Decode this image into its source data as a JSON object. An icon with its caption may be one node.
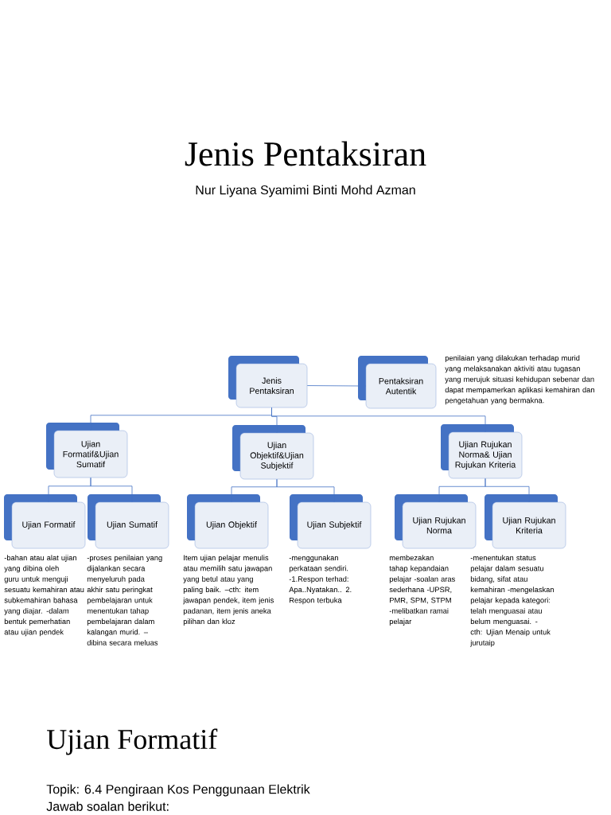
{
  "diagram": {
    "title": "Jenis Pentaksiran",
    "nodes": [
      {
        "text": [
          "Jenis Pentaksiran"
        ]
      },
      {
        "text": [
          "Pentaksiran Autentik"
        ],
        "beside": [
          "penilaian yang dilakukan terhadap murid yang melaksanakan aktiviti atau tugasan yang merujuk situasi kehidupan sebenar dan dapat mempamerkan aplikasi kemahiran dan pengetahuan yang bermakna."
        ]
      },
      {
        "text": [
          "Ujian Formatif&Ujian Sumatif"
        ]
      },
      {
        "text": [
          "Ujian Objektif&Ujian Subjektif"
        ]
      },
      {
        "text": [
          "Ujian Rujukan Norma& Ujian Rujukan Kriteria"
        ]
      },
      {
        "text": [
          "Ujian Formatif"
        ],
        "beside": [
          "-bahan atau alat ujian yang dibina oleh guru untuk menguji sesuatu kemahiran atau subkemahiran bahasa yang diajar. -dalam bentuk pemerhatian atau ujian pendek"
        ]
      },
      {
        "text": [
          "Ujian Sumatif"
        ],
        "beside": [
          "-proses penilaian yang dijalankan secara menyeluruh pada akhir satu peringkat pembelajaran untuk menentukan tahap pembelajaran dalam kalangan murid. –dibina secara meluas"
        ]
      },
      {
        "text": [
          "Ujian Objektif"
        ],
        "beside": [
          "Item ujian pelajar menulis atau memilih satu jawapan yang betul atau yang paling baik. –cth: item jawapan pendek, item jenis padanan, item jenis aneka pilihan dan kloz"
        ]
      },
      {
        "text": [
          "Ujian Subjektif"
        ],
        "beside": [
          "-menggunakan perkataan sendiri. -1.Respon terhad: Apa..Nyatakan.. 2. Respon terbuka"
        ]
      },
      {
        "text": [
          "Ujian Rujukan Norma"
        ],
        "beside": [
          "membezakan tahap kepandaian pelajar -soalan aras sederhana -UPSR, PMR, SPM, STPM -melibatkan ramai pelajar"
        ]
      },
      {
        "text": [
          "Ujian Rujukan Kriteria"
        ],
        "beside": [
          "-menentukan status pelajar dalam sesuatu bidang, sifat atau kemahiran -mengelaskan pelajar kepada kategori: telah menguasai atau belum menguasai. -cth: Ujian Menaip untuk jurutaip"
        ]
      }
    ],
    "edges": [
      {
        "from": 0,
        "to": 1,
        "arrow": "none"
      },
      {
        "from": 0,
        "to": 2,
        "arrow": "none"
      },
      {
        "from": 0,
        "to": 3,
        "arrow": "none"
      },
      {
        "from": 0,
        "to": 4,
        "arrow": "none"
      },
      {
        "from": 2,
        "to": 5,
        "arrow": "none"
      },
      {
        "from": 2,
        "to": 6,
        "arrow": "none"
      },
      {
        "from": 3,
        "to": 7,
        "arrow": "none"
      },
      {
        "from": 3,
        "to": 8,
        "arrow": "none"
      },
      {
        "from": 4,
        "to": 9,
        "arrow": "none"
      },
      {
        "from": 4,
        "to": 10,
        "arrow": "none"
      }
    ],
    "labels": [
      "Nur Liyana Syamimi Binti Mohd Azman",
      "Ujian Formatif",
      "Topik: 6.4 Pengiraan Kos Penggunaan Elektrik",
      "Jawab soalan berikut:"
    ]
  }
}
